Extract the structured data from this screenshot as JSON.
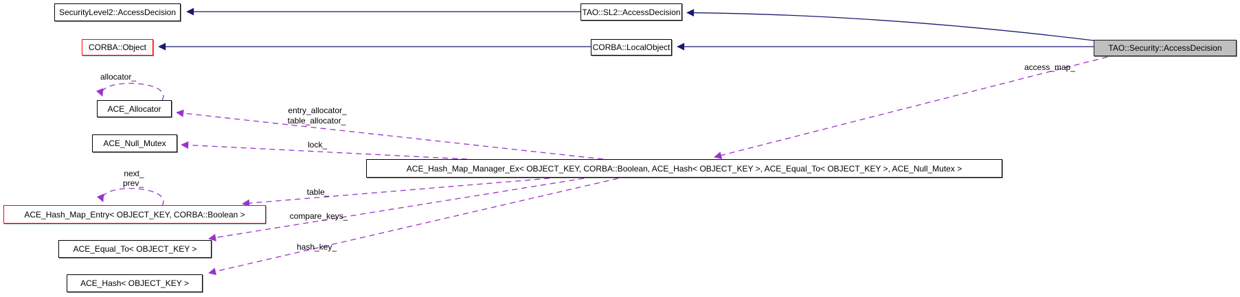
{
  "diagram": {
    "kind": "collaboration-graph",
    "main_class": "TAO::Security::AccessDecision"
  },
  "colors": {
    "inheritance_edge": "#191970",
    "usage_edge": "#9A32CD",
    "node_border": "#000000",
    "highlight_border": "#FF0000",
    "main_node_fill": "#BFBFBF",
    "background": "#FFFFFF"
  },
  "nodes": [
    {
      "label": "SecurityLevel2::AccessDecision"
    },
    {
      "label": "TAO::SL2::AccessDecision"
    },
    {
      "label": "TAO::Security::AccessDecision"
    },
    {
      "label": "CORBA::Object"
    },
    {
      "label": "CORBA::LocalObject"
    },
    {
      "label": "ACE_Allocator"
    },
    {
      "label": "ACE_Null_Mutex"
    },
    {
      "label": "ACE_Hash_Map_Manager_Ex< OBJECT_KEY, CORBA::Boolean, ACE_Hash< OBJECT_KEY >, ACE_Equal_To< OBJECT_KEY >, ACE_Null_Mutex >"
    },
    {
      "label": "ACE_Hash_Map_Entry< OBJECT_KEY, CORBA::Boolean >"
    },
    {
      "label": "ACE_Equal_To< OBJECT_KEY >"
    },
    {
      "label": "ACE_Hash< OBJECT_KEY >"
    }
  ],
  "edge_labels": [
    {
      "text": "access_map_"
    },
    {
      "text": "entry_allocator_"
    },
    {
      "text": "table_allocator_"
    },
    {
      "text": "lock_"
    },
    {
      "text": "table_"
    },
    {
      "text": "compare_keys_"
    },
    {
      "text": "hash_key_"
    },
    {
      "text": "allocator_"
    },
    {
      "text": "next_"
    },
    {
      "text": "prev_"
    }
  ]
}
